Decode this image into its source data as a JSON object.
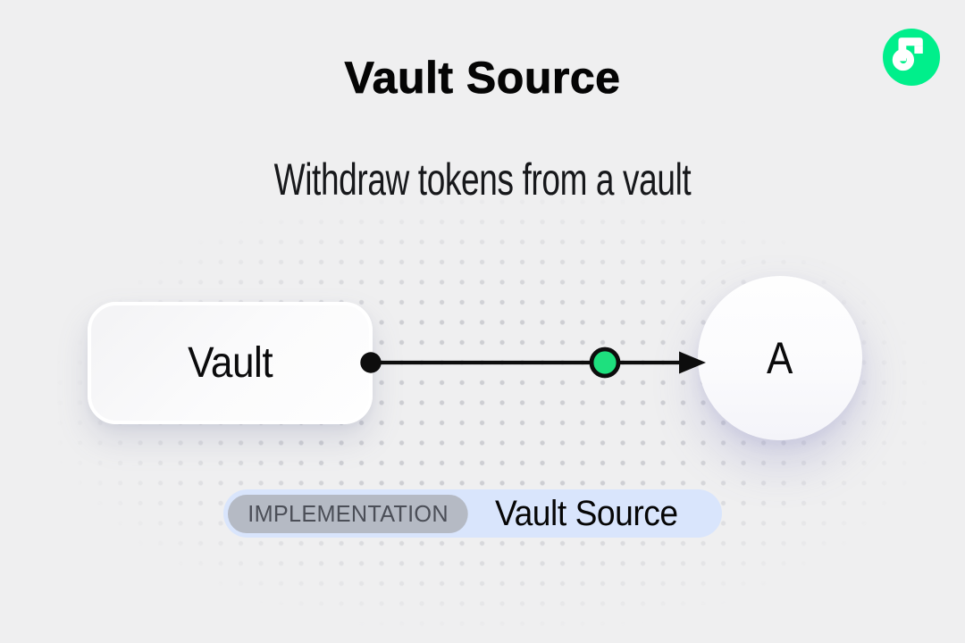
{
  "page": {
    "background_color": "#efeff0",
    "dot_grid_color": "#d4d5d9"
  },
  "brand": {
    "logo_icon": "flow-logo-icon",
    "logo_circle_color": "#00ef8b",
    "logo_glyph_color": "#ffffff"
  },
  "header": {
    "title": "Vault Source",
    "subtitle": "Withdraw tokens from a vault"
  },
  "diagram": {
    "source_node": {
      "label": "Vault"
    },
    "target_node": {
      "label": "A"
    },
    "edge": {
      "direction": "left-to-right",
      "line_color": "#0d0d0d",
      "token_color": "#1ee07e"
    }
  },
  "badge": {
    "tag_label": "IMPLEMENTATION",
    "title": "Vault Source",
    "container_color": "#d9e5fc",
    "tag_color": "#b5bac4"
  }
}
